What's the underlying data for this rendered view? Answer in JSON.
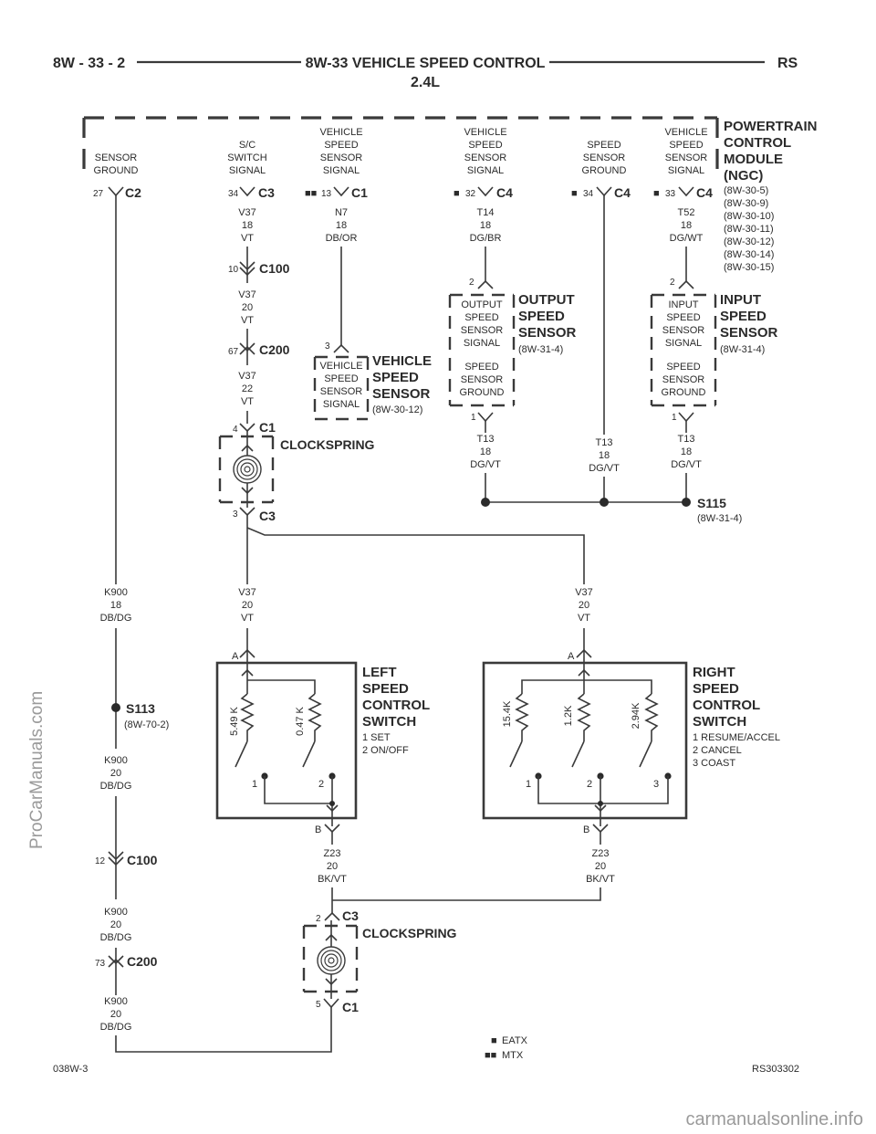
{
  "header": {
    "page_code": "8W - 33 - 2",
    "title": "8W-33 VEHICLE SPEED CONTROL",
    "subtitle": "2.4L",
    "model": "RS"
  },
  "pcm": {
    "name": [
      "POWERTRAIN",
      "CONTROL",
      "MODULE",
      "(NGC)"
    ],
    "refs": [
      "(8W-30-5)",
      "(8W-30-9)",
      "(8W-30-10)",
      "(8W-30-11)",
      "(8W-30-12)",
      "(8W-30-14)",
      "(8W-30-15)"
    ],
    "circuits": [
      {
        "label": [
          "SENSOR",
          "GROUND"
        ],
        "pin": "27",
        "connector": "C2",
        "marker": ""
      },
      {
        "label": [
          "S/C",
          "SWITCH",
          "SIGNAL"
        ],
        "pin": "34",
        "connector": "C3",
        "marker": ""
      },
      {
        "label": [
          "VEHICLE",
          "SPEED",
          "SENSOR",
          "SIGNAL"
        ],
        "pin": "13",
        "connector": "C1",
        "marker": "■■"
      },
      {
        "label": [
          "VEHICLE",
          "SPEED",
          "SENSOR",
          "SIGNAL"
        ],
        "pin": "32",
        "connector": "C4",
        "marker": "■"
      },
      {
        "label": [
          "SPEED",
          "SENSOR",
          "GROUND"
        ],
        "pin": "34",
        "connector": "C4",
        "marker": "■"
      },
      {
        "label": [
          "VEHICLE",
          "SPEED",
          "SENSOR",
          "SIGNAL"
        ],
        "pin": "33",
        "connector": "C4",
        "marker": "■"
      }
    ]
  },
  "wires": {
    "v37_18": [
      "V37",
      "18",
      "VT"
    ],
    "v37_20": [
      "V37",
      "20",
      "VT"
    ],
    "v37_22": [
      "V37",
      "22",
      "VT"
    ],
    "v37_20_left": [
      "V37",
      "20",
      "VT"
    ],
    "v37_20_right": [
      "V37",
      "20",
      "VT"
    ],
    "n7": [
      "N7",
      "18",
      "DB/OR"
    ],
    "t14": [
      "T14",
      "18",
      "DG/BR"
    ],
    "t52": [
      "T52",
      "18",
      "DG/WT"
    ],
    "t13_a": [
      "T13",
      "18",
      "DG/VT"
    ],
    "t13_b": [
      "T13",
      "18",
      "DG/VT"
    ],
    "t13_c": [
      "T13",
      "18",
      "DG/VT"
    ],
    "k900_18": [
      "K900",
      "18",
      "DB/DG"
    ],
    "k900_20_a": [
      "K900",
      "20",
      "DB/DG"
    ],
    "k900_20_b": [
      "K900",
      "20",
      "DB/DG"
    ],
    "k900_20_c": [
      "K900",
      "20",
      "DB/DG"
    ],
    "z23_left": [
      "Z23",
      "20",
      "BK/VT"
    ],
    "z23_right": [
      "Z23",
      "20",
      "BK/VT"
    ]
  },
  "inline_connectors": {
    "c100_top": {
      "pin": "10",
      "name": "C100"
    },
    "c200_top": {
      "pin": "67",
      "name": "C200"
    },
    "cs_top_in": {
      "pin": "4",
      "name": "C1"
    },
    "cs_top_out": {
      "pin": "3",
      "name": "C3"
    },
    "c100_bottom": {
      "pin": "12",
      "name": "C100"
    },
    "c200_bottom": {
      "pin": "73",
      "name": "C200"
    },
    "cs_bottom_in": {
      "pin": "2",
      "name": "C3"
    },
    "cs_bottom_out": {
      "pin": "5",
      "name": "C1"
    }
  },
  "clockspring": {
    "label_top": "CLOCKSPRING",
    "label_bottom": "CLOCKSPRING"
  },
  "vehicle_speed_sensor": {
    "pin": "3",
    "inner": [
      "VEHICLE",
      "SPEED",
      "SENSOR",
      "SIGNAL"
    ],
    "name": [
      "VEHICLE",
      "SPEED",
      "SENSOR"
    ],
    "ref": "(8W-30-12)"
  },
  "output_speed_sensor": {
    "pin_top": "2",
    "pin_bottom": "1",
    "inner_top": [
      "OUTPUT",
      "SPEED",
      "SENSOR",
      "SIGNAL"
    ],
    "inner_bottom": [
      "SPEED",
      "SENSOR",
      "GROUND"
    ],
    "name": [
      "OUTPUT",
      "SPEED",
      "SENSOR"
    ],
    "ref": "(8W-31-4)"
  },
  "input_speed_sensor": {
    "pin_top": "2",
    "pin_bottom": "1",
    "inner_top": [
      "INPUT",
      "SPEED",
      "SENSOR",
      "SIGNAL"
    ],
    "inner_bottom": [
      "SPEED",
      "SENSOR",
      "GROUND"
    ],
    "name": [
      "INPUT",
      "SPEED",
      "SENSOR"
    ],
    "ref": "(8W-31-4)"
  },
  "splices": {
    "s115": {
      "name": "S115",
      "ref": "(8W-31-4)"
    },
    "s113": {
      "name": "S113",
      "ref": "(8W-70-2)"
    }
  },
  "left_switch": {
    "pin_a": "A",
    "pin_b": "B",
    "name": [
      "LEFT",
      "SPEED",
      "CONTROL",
      "SWITCH"
    ],
    "functions": [
      "1 SET",
      "2 ON/OFF"
    ],
    "resistors": [
      "5.49 K",
      "0.47 K"
    ],
    "contacts": [
      "1",
      "2"
    ]
  },
  "right_switch": {
    "pin_a": "A",
    "pin_b": "B",
    "name": [
      "RIGHT",
      "SPEED",
      "CONTROL",
      "SWITCH"
    ],
    "functions": [
      "1 RESUME/ACCEL",
      "2 CANCEL",
      "3 COAST"
    ],
    "resistors": [
      "15.4K",
      "1.2K",
      "2.94K"
    ],
    "contacts": [
      "1",
      "2",
      "3"
    ]
  },
  "legend": [
    {
      "marker": "■",
      "text": "EATX"
    },
    {
      "marker": "■■",
      "text": "MTX"
    }
  ],
  "footer": {
    "left_code": "038W-3",
    "right_code": "RS303302"
  },
  "watermarks": {
    "side": "ProCarManuals.com",
    "bottom": "carmanualsonline.info"
  }
}
